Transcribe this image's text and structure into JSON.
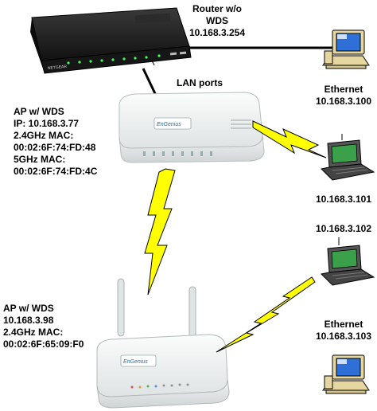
{
  "router": {
    "title_line1": "Router w/o",
    "title_line2": "WDS",
    "ip": "10.168.3.254",
    "brand": "NETGEAR"
  },
  "lan_ports_label": "LAN ports",
  "ap_top": {
    "line1": "AP w/ WDS",
    "line2": "IP: 10.168.3.77",
    "line3": "2.4GHz MAC:",
    "line4": "00:02:6F:74:FD:48",
    "line5": "5GHz MAC:",
    "line6": "00:02:6F:74:FD:4C",
    "brand": "EnGenius"
  },
  "ap_bottom": {
    "line1": "AP w/ WDS",
    "line2": "10.168.3.98",
    "line3": "2.4GHz MAC:",
    "line4": "00:02:6F:65:09:F0",
    "brand": "EnGenius"
  },
  "client_eth_top": {
    "title": "Ethernet",
    "ip": "10.168.3.100"
  },
  "client_laptop_1": {
    "ip": "10.168.3.101"
  },
  "client_laptop_2": {
    "ip": "10.168.3.102"
  },
  "client_eth_bottom": {
    "title": "Ethernet",
    "ip": "10.168.3.103"
  },
  "colors": {
    "lightning": "#ffff00",
    "lightning_outline": "#000000",
    "router_body": "#1a1a1a",
    "ap_body": "#e9ecec",
    "cable": "#000000"
  }
}
